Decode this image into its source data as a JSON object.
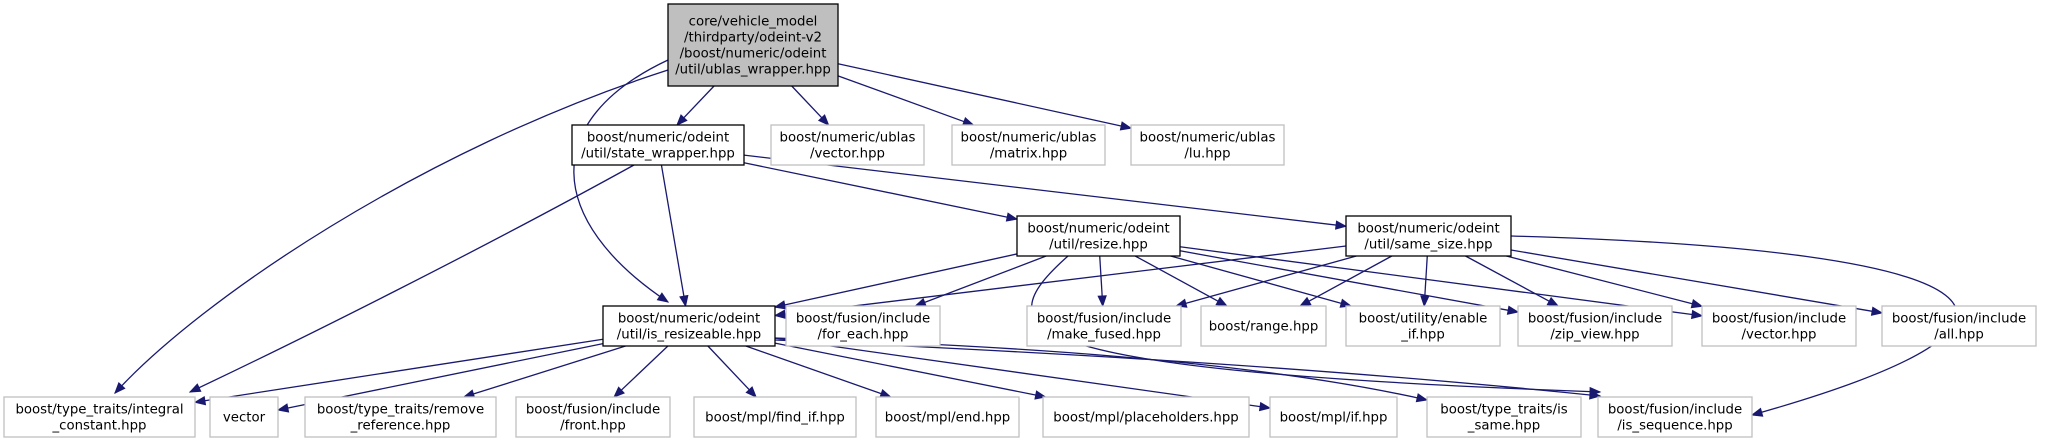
{
  "graph": {
    "nodes": [
      {
        "id": "root",
        "lines": [
          "core/vehicle_model",
          "/thirdparty/odeint-v2",
          "/boost/numeric/odeint",
          "/util/ublas_wrapper.hpp"
        ]
      },
      {
        "id": "state_wrapper",
        "lines": [
          "boost/numeric/odeint",
          "/util/state_wrapper.hpp"
        ]
      },
      {
        "id": "ublas_vector",
        "lines": [
          "boost/numeric/ublas",
          "/vector.hpp"
        ]
      },
      {
        "id": "ublas_matrix",
        "lines": [
          "boost/numeric/ublas",
          "/matrix.hpp"
        ]
      },
      {
        "id": "ublas_lu",
        "lines": [
          "boost/numeric/ublas",
          "/lu.hpp"
        ]
      },
      {
        "id": "resize",
        "lines": [
          "boost/numeric/odeint",
          "/util/resize.hpp"
        ]
      },
      {
        "id": "same_size",
        "lines": [
          "boost/numeric/odeint",
          "/util/same_size.hpp"
        ]
      },
      {
        "id": "is_resizeable",
        "lines": [
          "boost/numeric/odeint",
          "/util/is_resizeable.hpp"
        ]
      },
      {
        "id": "for_each",
        "lines": [
          "boost/fusion/include",
          "/for_each.hpp"
        ]
      },
      {
        "id": "make_fused",
        "lines": [
          "boost/fusion/include",
          "/make_fused.hpp"
        ]
      },
      {
        "id": "range",
        "lines": [
          "boost/range.hpp"
        ]
      },
      {
        "id": "enable_if",
        "lines": [
          "boost/utility/enable",
          "_if.hpp"
        ]
      },
      {
        "id": "zip_view",
        "lines": [
          "boost/fusion/include",
          "/zip_view.hpp"
        ]
      },
      {
        "id": "fusion_vector",
        "lines": [
          "boost/fusion/include",
          "/vector.hpp"
        ]
      },
      {
        "id": "fusion_all",
        "lines": [
          "boost/fusion/include",
          "/all.hpp"
        ]
      },
      {
        "id": "integral_constant",
        "lines": [
          "boost/type_traits/integral",
          "_constant.hpp"
        ]
      },
      {
        "id": "std_vector",
        "lines": [
          "vector"
        ]
      },
      {
        "id": "remove_reference",
        "lines": [
          "boost/type_traits/remove",
          "_reference.hpp"
        ]
      },
      {
        "id": "fusion_front",
        "lines": [
          "boost/fusion/include",
          "/front.hpp"
        ]
      },
      {
        "id": "find_if",
        "lines": [
          "boost/mpl/find_if.hpp"
        ]
      },
      {
        "id": "mpl_end",
        "lines": [
          "boost/mpl/end.hpp"
        ]
      },
      {
        "id": "placeholders",
        "lines": [
          "boost/mpl/placeholders.hpp"
        ]
      },
      {
        "id": "mpl_if",
        "lines": [
          "boost/mpl/if.hpp"
        ]
      },
      {
        "id": "is_same",
        "lines": [
          "boost/type_traits/is",
          "_same.hpp"
        ]
      },
      {
        "id": "is_sequence",
        "lines": [
          "boost/fusion/include",
          "/is_sequence.hpp"
        ]
      }
    ],
    "edges": [
      [
        "root",
        "state_wrapper"
      ],
      [
        "root",
        "ublas_vector"
      ],
      [
        "root",
        "ublas_matrix"
      ],
      [
        "root",
        "ublas_lu"
      ],
      [
        "root",
        "is_resizeable"
      ],
      [
        "root",
        "integral_constant"
      ],
      [
        "state_wrapper",
        "resize"
      ],
      [
        "state_wrapper",
        "same_size"
      ],
      [
        "state_wrapper",
        "is_resizeable"
      ],
      [
        "state_wrapper",
        "integral_constant"
      ],
      [
        "resize",
        "is_resizeable"
      ],
      [
        "resize",
        "for_each"
      ],
      [
        "resize",
        "make_fused"
      ],
      [
        "resize",
        "range"
      ],
      [
        "resize",
        "enable_if"
      ],
      [
        "resize",
        "zip_view"
      ],
      [
        "resize",
        "fusion_vector"
      ],
      [
        "resize",
        "is_sequence"
      ],
      [
        "same_size",
        "is_resizeable"
      ],
      [
        "same_size",
        "make_fused"
      ],
      [
        "same_size",
        "range"
      ],
      [
        "same_size",
        "enable_if"
      ],
      [
        "same_size",
        "zip_view"
      ],
      [
        "same_size",
        "fusion_vector"
      ],
      [
        "same_size",
        "fusion_all"
      ],
      [
        "same_size",
        "is_sequence"
      ],
      [
        "is_resizeable",
        "integral_constant"
      ],
      [
        "is_resizeable",
        "std_vector"
      ],
      [
        "is_resizeable",
        "remove_reference"
      ],
      [
        "is_resizeable",
        "fusion_front"
      ],
      [
        "is_resizeable",
        "find_if"
      ],
      [
        "is_resizeable",
        "mpl_end"
      ],
      [
        "is_resizeable",
        "placeholders"
      ],
      [
        "is_resizeable",
        "mpl_if"
      ],
      [
        "is_resizeable",
        "is_same"
      ],
      [
        "is_resizeable",
        "is_sequence"
      ]
    ]
  }
}
